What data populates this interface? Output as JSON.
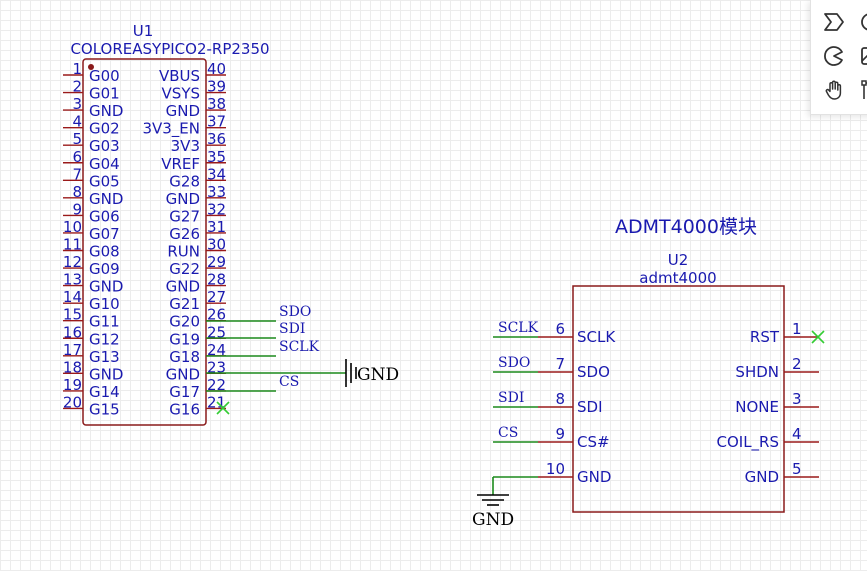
{
  "u1": {
    "ref": "U1",
    "value": "COLOREASYPICO2-RP2350",
    "left_pins": [
      {
        "num": "1",
        "name": "G00"
      },
      {
        "num": "2",
        "name": "G01"
      },
      {
        "num": "3",
        "name": "GND"
      },
      {
        "num": "4",
        "name": "G02"
      },
      {
        "num": "5",
        "name": "G03"
      },
      {
        "num": "6",
        "name": "G04"
      },
      {
        "num": "7",
        "name": "G05"
      },
      {
        "num": "8",
        "name": "GND"
      },
      {
        "num": "9",
        "name": "G06"
      },
      {
        "num": "10",
        "name": "G07"
      },
      {
        "num": "11",
        "name": "G08"
      },
      {
        "num": "12",
        "name": "G09"
      },
      {
        "num": "13",
        "name": "GND"
      },
      {
        "num": "14",
        "name": "G10"
      },
      {
        "num": "15",
        "name": "G11"
      },
      {
        "num": "16",
        "name": "G12"
      },
      {
        "num": "17",
        "name": "G13"
      },
      {
        "num": "18",
        "name": "GND"
      },
      {
        "num": "19",
        "name": "G14"
      },
      {
        "num": "20",
        "name": "G15"
      }
    ],
    "right_pins": [
      {
        "num": "40",
        "name": "VBUS"
      },
      {
        "num": "39",
        "name": "VSYS"
      },
      {
        "num": "38",
        "name": "GND"
      },
      {
        "num": "37",
        "name": "3V3_EN"
      },
      {
        "num": "36",
        "name": "3V3"
      },
      {
        "num": "35",
        "name": "VREF"
      },
      {
        "num": "34",
        "name": "G28"
      },
      {
        "num": "33",
        "name": "GND"
      },
      {
        "num": "32",
        "name": "G27"
      },
      {
        "num": "31",
        "name": "G26"
      },
      {
        "num": "30",
        "name": "RUN"
      },
      {
        "num": "29",
        "name": "G22"
      },
      {
        "num": "28",
        "name": "GND"
      },
      {
        "num": "27",
        "name": "G21"
      },
      {
        "num": "26",
        "name": "G20"
      },
      {
        "num": "25",
        "name": "G19"
      },
      {
        "num": "24",
        "name": "G18"
      },
      {
        "num": "23",
        "name": "GND"
      },
      {
        "num": "22",
        "name": "G17"
      },
      {
        "num": "21",
        "name": "G16"
      }
    ],
    "net_labels": [
      "SDO",
      "SDI",
      "SCLK",
      "CS"
    ],
    "gnd_label": "GND"
  },
  "u2": {
    "title": "ADMT4000模块",
    "ref": "U2",
    "value": "admt4000",
    "left_pins": [
      {
        "num": "6",
        "name": "SCLK",
        "net": "SCLK"
      },
      {
        "num": "7",
        "name": "SDO",
        "net": "SDO"
      },
      {
        "num": "8",
        "name": "SDI",
        "net": "SDI"
      },
      {
        "num": "9",
        "name": "CS#",
        "net": "CS"
      },
      {
        "num": "10",
        "name": "GND",
        "net": ""
      }
    ],
    "right_pins": [
      {
        "num": "1",
        "name": "RST"
      },
      {
        "num": "2",
        "name": "SHDN"
      },
      {
        "num": "3",
        "name": "NONE"
      },
      {
        "num": "4",
        "name": "COIL_RS"
      },
      {
        "num": "5",
        "name": "GND"
      }
    ],
    "gnd_label": "GND"
  },
  "colors": {
    "body": "#8a1a1a",
    "pin": "#9a1a1a",
    "wire": "#1c8a1c",
    "text": "#1a1aaf",
    "no_connect": "#33cc33"
  },
  "toolbar": {
    "tools": [
      {
        "icon": "chevron-shape-icon"
      },
      {
        "icon": "circle-icon"
      },
      {
        "icon": "pie-shape-icon"
      },
      {
        "icon": "image-icon"
      },
      {
        "icon": "hand-pan-icon"
      },
      {
        "icon": "bezier-curve-icon"
      }
    ]
  }
}
